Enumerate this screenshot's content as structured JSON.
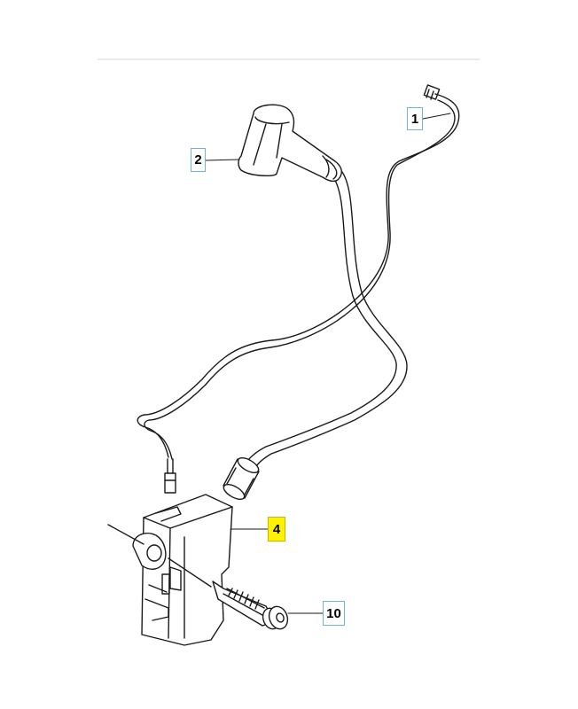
{
  "callouts": [
    {
      "id": "c1",
      "label": "1"
    },
    {
      "id": "c2",
      "label": "2"
    },
    {
      "id": "c4",
      "label": "4",
      "highlighted": true
    },
    {
      "id": "c10",
      "label": "10"
    }
  ],
  "colors": {
    "line": "#1a1a1a",
    "callout_border": "#6fb6c7",
    "highlight": "#fff200",
    "divider": "#d4d4d4"
  },
  "parts": [
    "spark-plug-boot",
    "ignition-cable",
    "short-circuit-cable",
    "ignition-module",
    "screw"
  ]
}
